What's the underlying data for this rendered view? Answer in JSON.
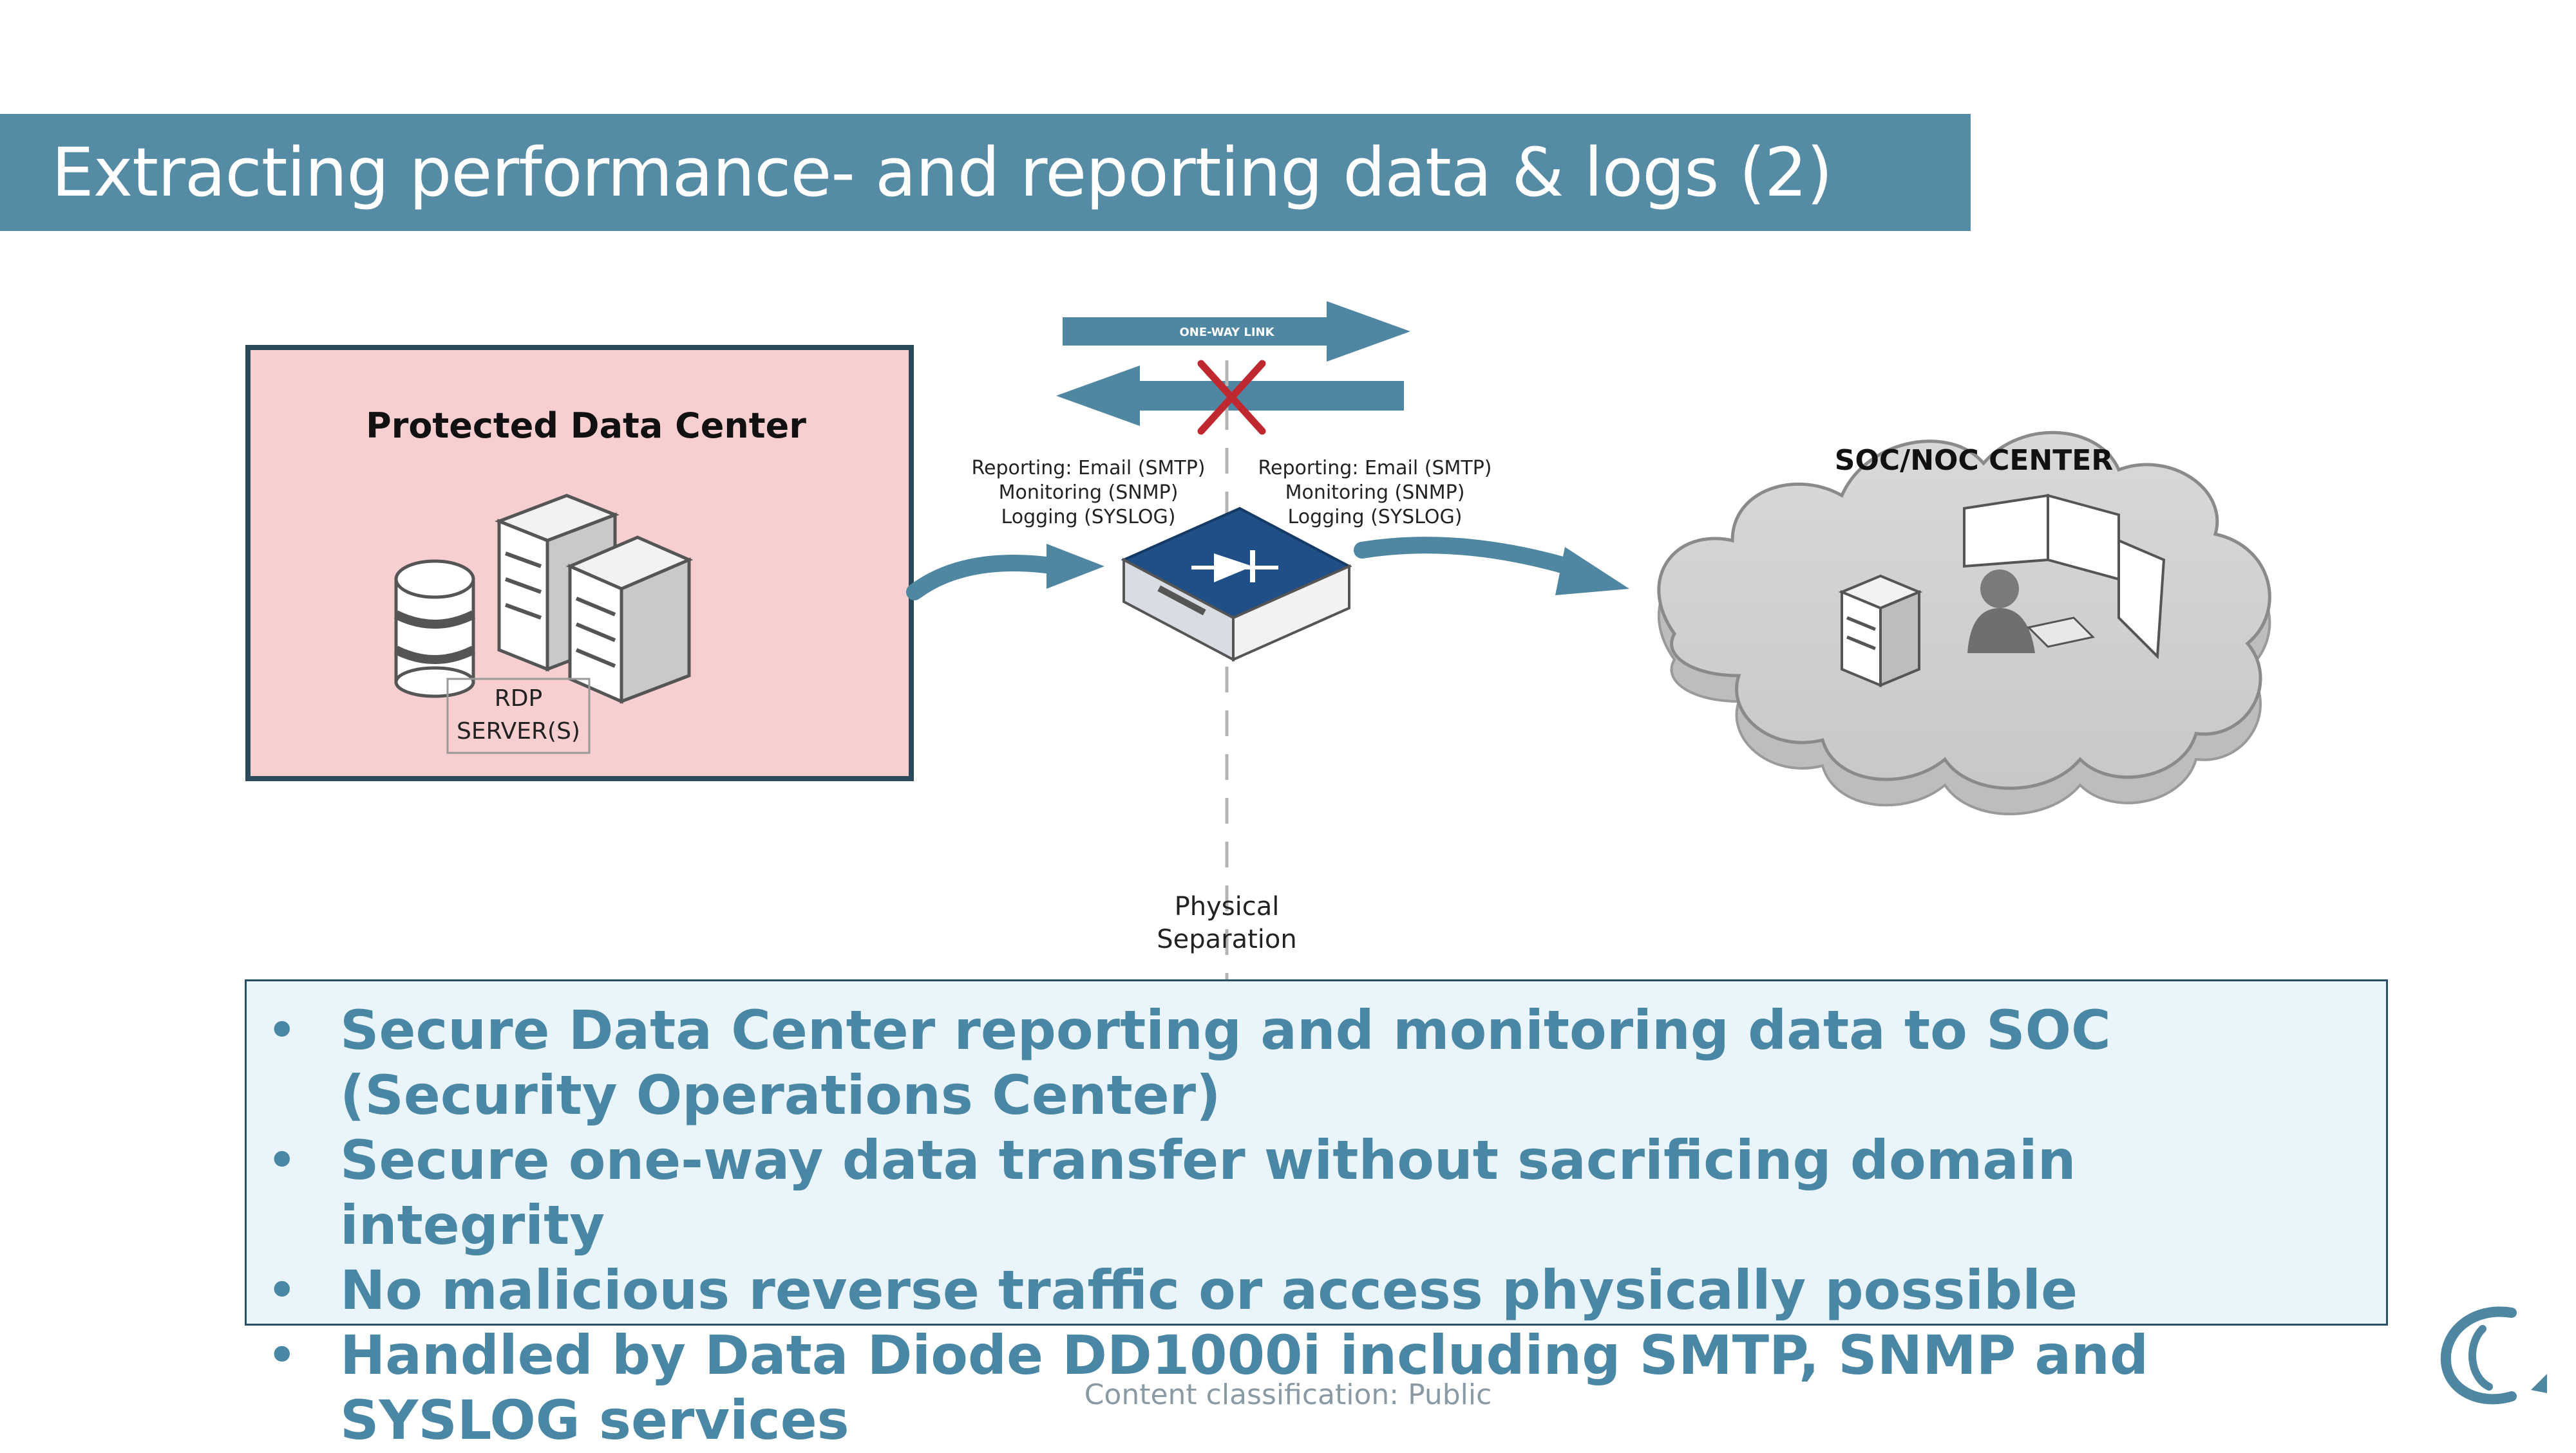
{
  "slide": {
    "title": "Extracting performance- and reporting data & logs (2)",
    "footer": "Content classification: Public"
  },
  "diagram": {
    "left_box_title": "Protected Data Center",
    "server_label_line1": "RDP",
    "server_label_line2": "SERVER(S)",
    "link_label": "ONE-WAY LINK",
    "protocols_left": [
      "Reporting: Email (SMTP)",
      "Monitoring (SNMP)",
      "Logging (SYSLOG)"
    ],
    "protocols_right": [
      "Reporting: Email (SMTP)",
      "Monitoring (SNMP)",
      "Logging (SYSLOG)"
    ],
    "cloud_title": "SOC/NOC CENTER",
    "separation_line1": "Physical",
    "separation_line2": "Separation"
  },
  "bullets": [
    "Secure Data Center reporting and monitoring data to SOC (Security Operations Center)",
    "Secure one-way data transfer without sacrificing domain integrity",
    "No malicious reverse traffic or access physically possible",
    "Handled by Data Diode DD1000i including SMTP, SNMP and SYSLOG services"
  ],
  "bullet_symbol": "•",
  "colors": {
    "title_bar": "#568ba6",
    "bullet_text": "#4a87a4",
    "bullet_box_bg": "#e9f4fb",
    "protected_box_bg": "#f8cfd1",
    "arrow": "#4f86a1",
    "cross": "#c0282f",
    "diode": "#1f4f86"
  }
}
